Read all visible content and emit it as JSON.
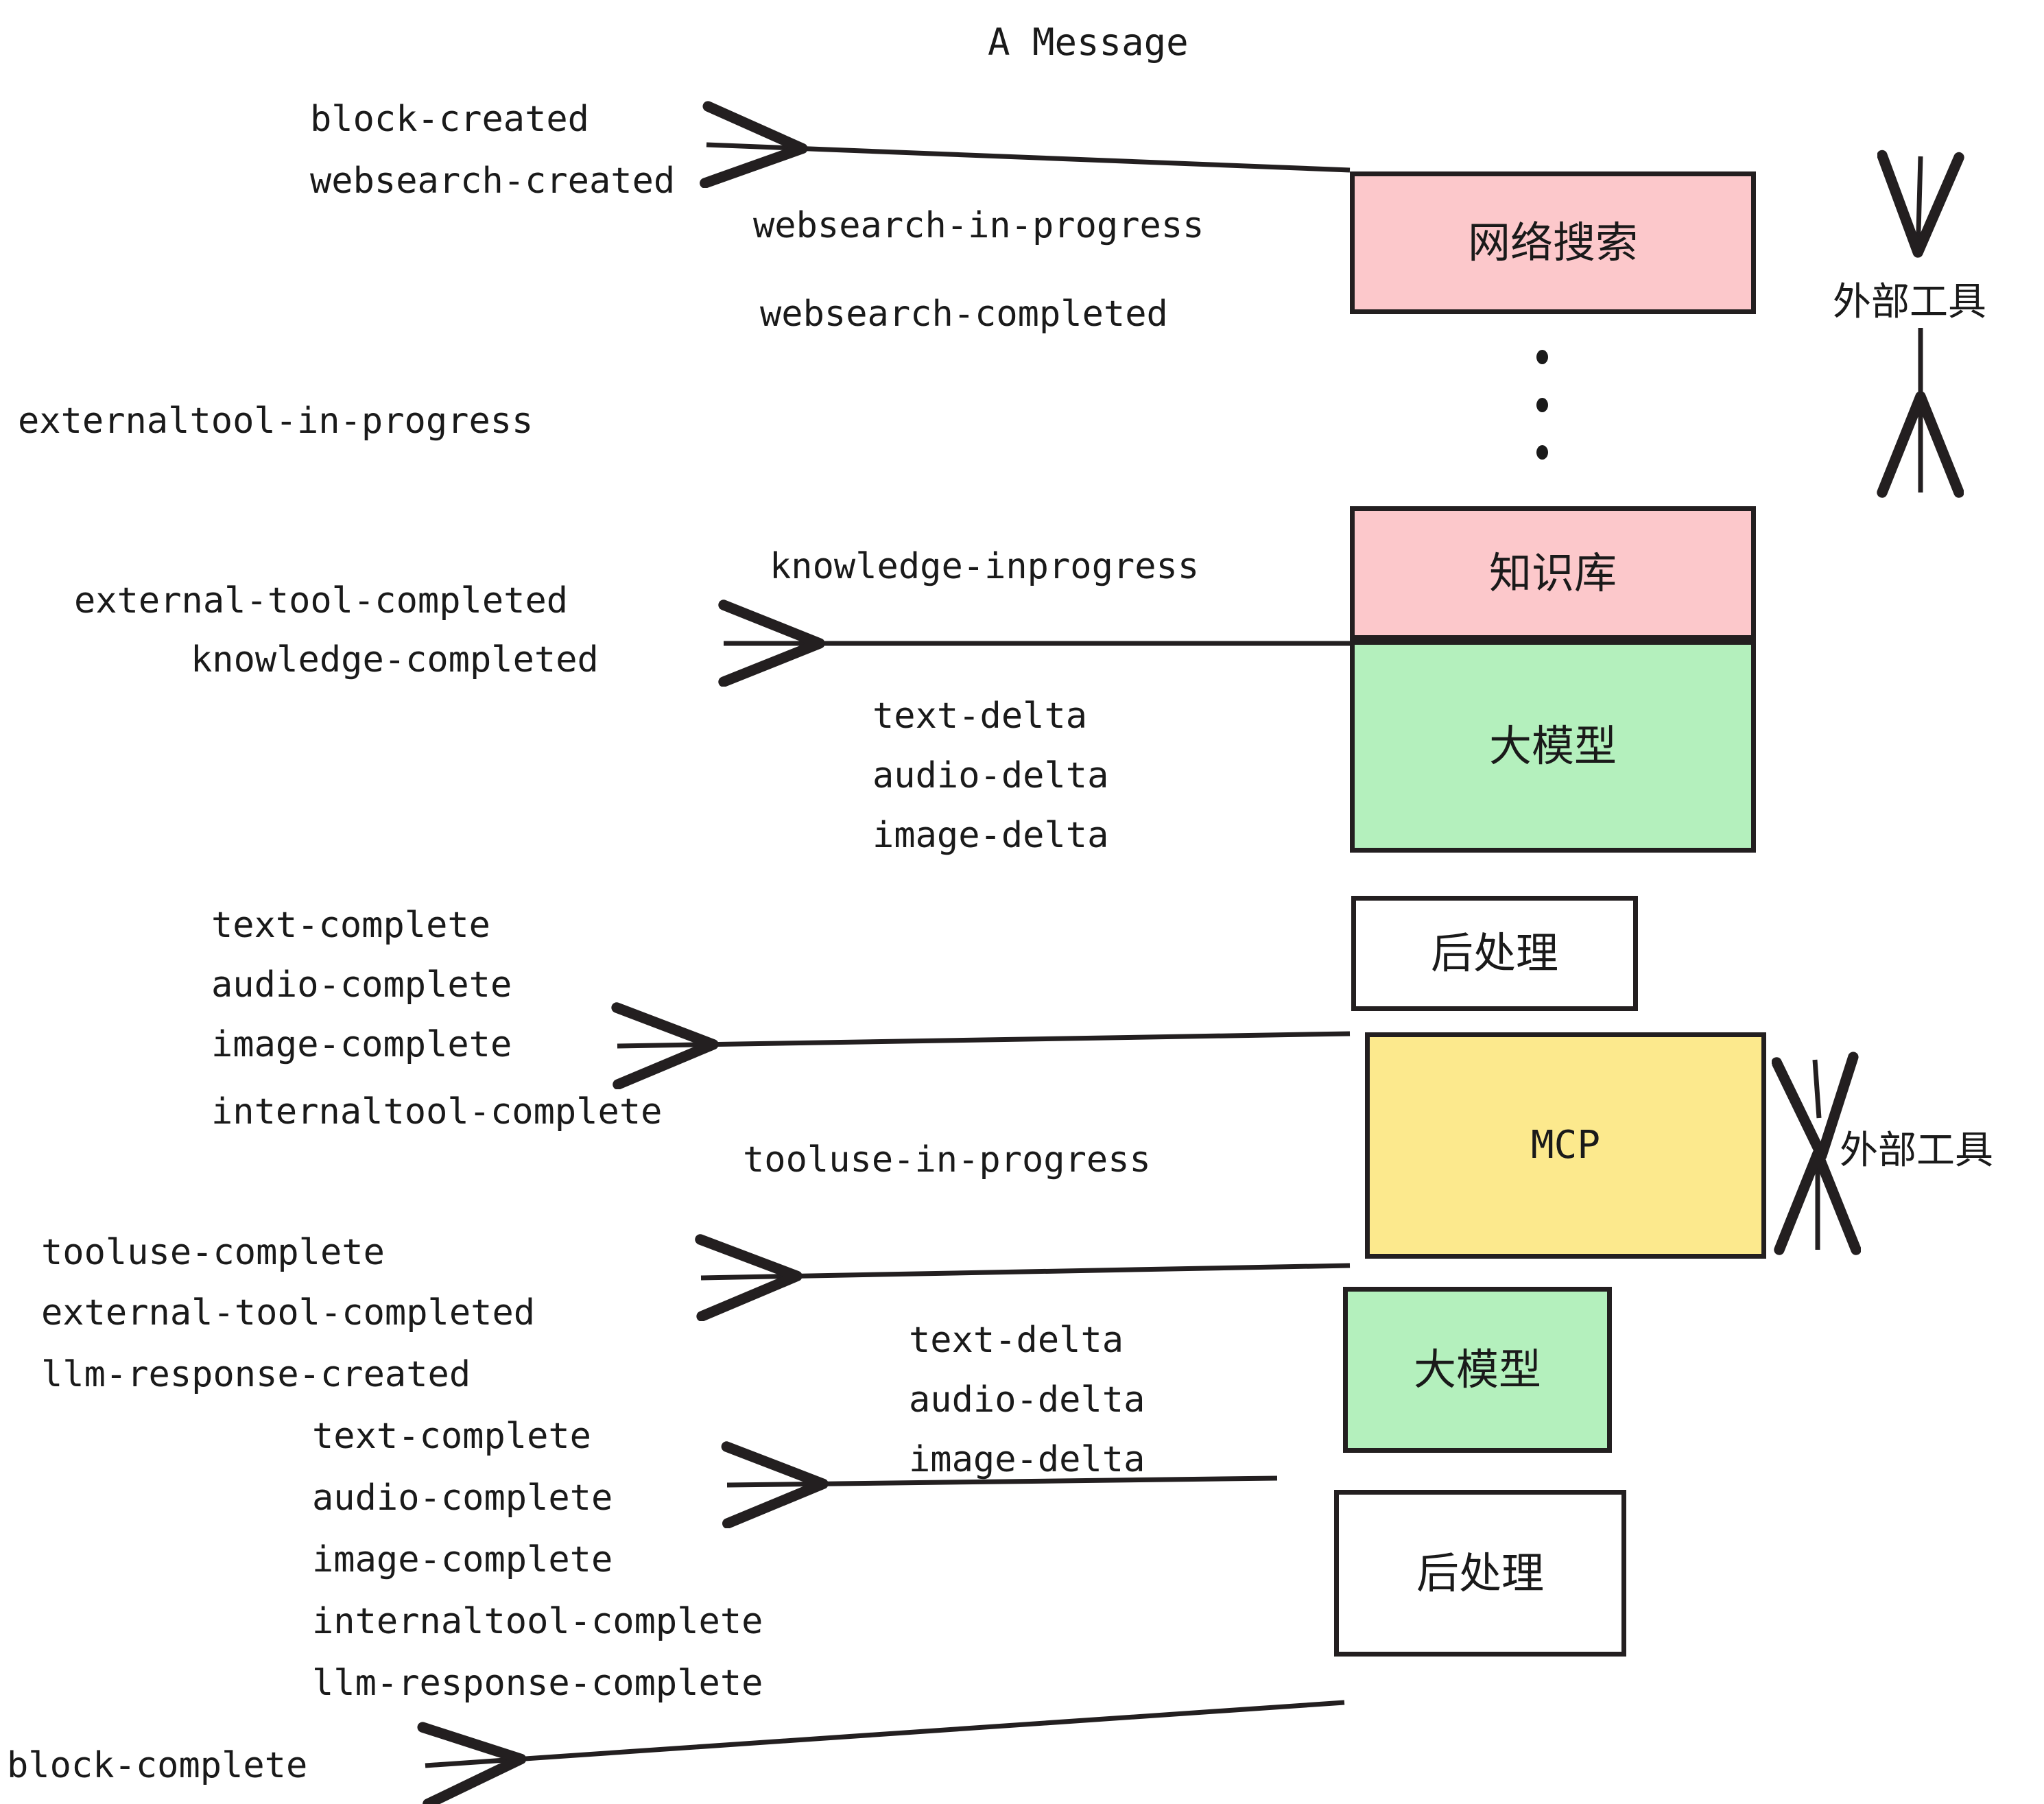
{
  "title": "A Message",
  "colors": {
    "pink": "#FCC8CB",
    "green": "#B4F0BD",
    "yellow": "#FCE98D",
    "white": "#FFFFFF",
    "stroke": "#231F20",
    "text": "#1A1A1A",
    "background": "#FFFFFF"
  },
  "nodes": [
    {
      "id": "websearch",
      "label": "网络搜索",
      "fill": "pink"
    },
    {
      "id": "knowledge",
      "label": "知识库",
      "fill": "pink"
    },
    {
      "id": "llm-1",
      "label": "大模型",
      "fill": "green"
    },
    {
      "id": "postprocess-1",
      "label": "后处理",
      "fill": "white"
    },
    {
      "id": "mcp",
      "label": "MCP",
      "fill": "yellow"
    },
    {
      "id": "llm-2",
      "label": "大模型",
      "fill": "green"
    },
    {
      "id": "postprocess-2",
      "label": "后处理",
      "fill": "white"
    }
  ],
  "side_labels": [
    {
      "id": "external-tools-top",
      "text": "外部工具"
    },
    {
      "id": "external-tools-bottom",
      "text": "外部工具"
    }
  ],
  "events": [
    {
      "id": "block-created",
      "text": "block-created"
    },
    {
      "id": "websearch-created",
      "text": "websearch-created"
    },
    {
      "id": "websearch-in-progress",
      "text": "websearch-in-progress"
    },
    {
      "id": "websearch-completed",
      "text": "websearch-completed"
    },
    {
      "id": "externaltool-in-progress",
      "text": "externaltool-in-progress"
    },
    {
      "id": "knowledge-inprogress",
      "text": "knowledge-inprogress"
    },
    {
      "id": "external-tool-completed-1",
      "text": "external-tool-completed"
    },
    {
      "id": "knowledge-completed",
      "text": "knowledge-completed"
    },
    {
      "id": "text-delta-1",
      "text": "text-delta"
    },
    {
      "id": "audio-delta-1",
      "text": "audio-delta"
    },
    {
      "id": "image-delta-1",
      "text": "image-delta"
    },
    {
      "id": "text-complete-1",
      "text": "text-complete"
    },
    {
      "id": "audio-complete-1",
      "text": "audio-complete"
    },
    {
      "id": "image-complete-1",
      "text": "image-complete"
    },
    {
      "id": "internaltool-complete-1",
      "text": "internaltool-complete"
    },
    {
      "id": "tooluse-in-progress",
      "text": "tooluse-in-progress"
    },
    {
      "id": "tooluse-complete",
      "text": "tooluse-complete"
    },
    {
      "id": "external-tool-completed-2",
      "text": "external-tool-completed"
    },
    {
      "id": "llm-response-created",
      "text": "llm-response-created"
    },
    {
      "id": "text-delta-2",
      "text": "text-delta"
    },
    {
      "id": "audio-delta-2",
      "text": "audio-delta"
    },
    {
      "id": "image-delta-2",
      "text": "image-delta"
    },
    {
      "id": "text-complete-2",
      "text": "text-complete"
    },
    {
      "id": "audio-complete-2",
      "text": "audio-complete"
    },
    {
      "id": "image-complete-2",
      "text": "image-complete"
    },
    {
      "id": "internaltool-complete-2",
      "text": "internaltool-complete"
    },
    {
      "id": "llm-response-complete",
      "text": "llm-response-complete"
    },
    {
      "id": "block-complete",
      "text": "block-complete"
    }
  ],
  "ellipsis": {
    "id": "vertical-ellipsis",
    "count": 3
  }
}
